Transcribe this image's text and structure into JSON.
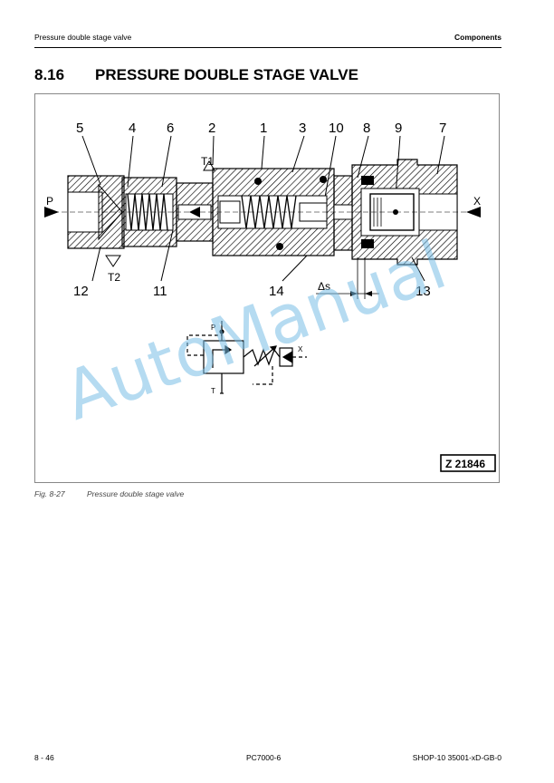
{
  "header": {
    "left": "Pressure double stage valve",
    "right": "Components"
  },
  "section": {
    "number": "8.16",
    "title": "PRESSURE DOUBLE STAGE VALVE"
  },
  "figure": {
    "callouts_top": [
      "5",
      "4",
      "6",
      "2",
      "1",
      "3",
      "10",
      "8",
      "9",
      "7"
    ],
    "callouts_bottom": [
      "12",
      "11",
      "14",
      "13"
    ],
    "port_p": "P",
    "port_x": "X",
    "port_t1": "T1",
    "port_t2": "T2",
    "delta_s": "Δs",
    "symbol_p": "P",
    "symbol_t": "T",
    "symbol_x": "X",
    "ref_code": "Z 21846"
  },
  "caption": {
    "number": "Fig. 8-27",
    "text": "Pressure double stage valve"
  },
  "footer": {
    "left": "8  - 46",
    "center": "PC7000-6",
    "right": "SHOP-10 35001-xD-GB-0"
  },
  "watermark": "AutoManual"
}
